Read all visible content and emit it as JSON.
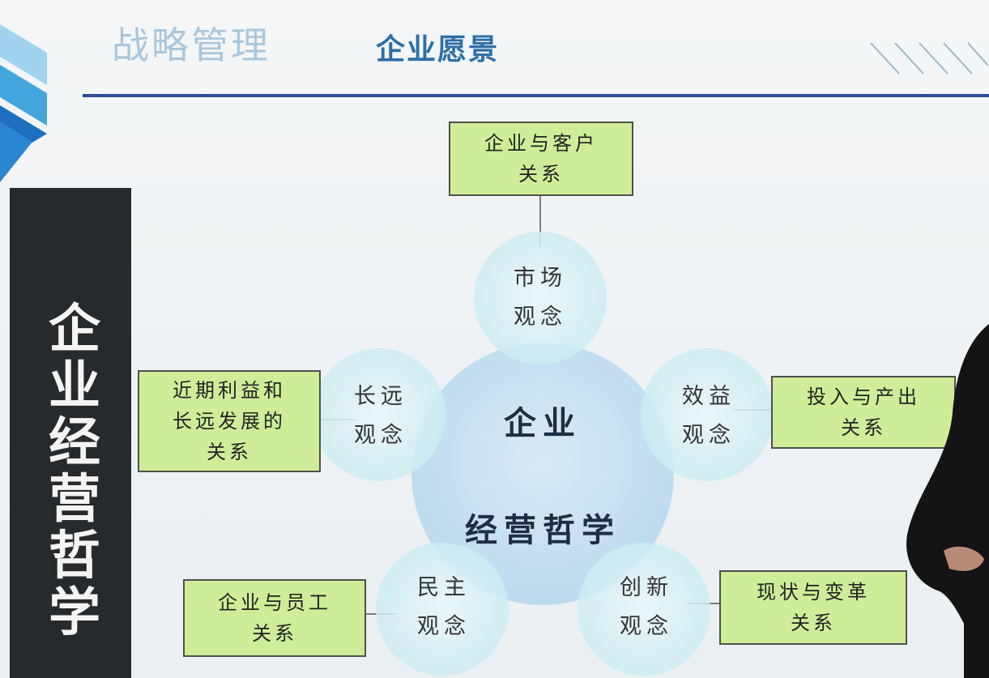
{
  "header": {
    "title": "战略管理",
    "subtitle": "企业愿景"
  },
  "side_label": [
    "企",
    "业",
    "经",
    "营",
    "哲",
    "学"
  ],
  "center": {
    "line1": "企业",
    "line2": "经营哲学"
  },
  "concepts": [
    {
      "line1": "市场",
      "line2": "观念",
      "relation": [
        "企业与客户",
        "关系"
      ]
    },
    {
      "line1": "效益",
      "line2": "观念",
      "relation": [
        "投入与产出",
        "关系"
      ]
    },
    {
      "line1": "创新",
      "line2": "观念",
      "relation": [
        "现状与变革",
        "关系"
      ]
    },
    {
      "line1": "民主",
      "line2": "观念",
      "relation": [
        "企业与员工",
        "关系"
      ]
    },
    {
      "line1": "长远",
      "line2": "观念",
      "relation": [
        "近期利益和",
        "长远发展的",
        "关系"
      ]
    }
  ],
  "colors": {
    "accent_blue": "#2e6fa8",
    "rule_blue": "#2d4f96",
    "box_green": "#cfed99",
    "side_panel": "#262a2d"
  }
}
